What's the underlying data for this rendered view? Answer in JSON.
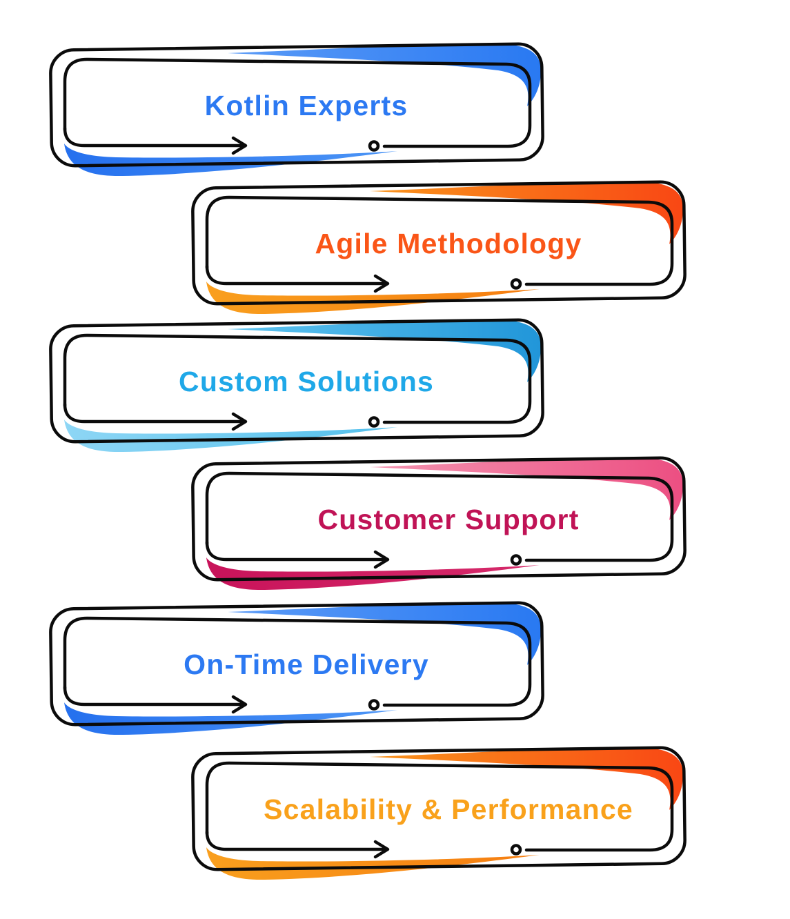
{
  "theme": {
    "background": "#ffffff",
    "outline_color": "#0b0b0b"
  },
  "banners": [
    {
      "label": "Kotlin Experts",
      "align": "left",
      "text_color": "#2C79F2",
      "accent_top_start": "#5B9BF7",
      "accent_top_end": "#2979F2",
      "accent_bottom_start": "#2570EE",
      "accent_bottom_end": "#4C95F6"
    },
    {
      "label": "Agile Methodology",
      "align": "right",
      "text_color": "#FA5517",
      "accent_top_start": "#F9941C",
      "accent_top_end": "#F94714",
      "accent_bottom_start": "#F99F1E",
      "accent_bottom_end": "#F57D10"
    },
    {
      "label": "Custom Solutions",
      "align": "left",
      "text_color": "#1FA8E8",
      "accent_top_start": "#5FC4EF",
      "accent_top_end": "#2196D9",
      "accent_bottom_start": "#8ED6F5",
      "accent_bottom_end": "#54C0EC"
    },
    {
      "label": "Customer Support",
      "align": "right",
      "text_color": "#C01356",
      "accent_top_start": "#F493B0",
      "accent_top_end": "#EC4F82",
      "accent_bottom_start": "#C8135A",
      "accent_bottom_end": "#D62B6B"
    },
    {
      "label": "On-Time Delivery",
      "align": "left",
      "text_color": "#2C79F2",
      "accent_top_start": "#5B9BF7",
      "accent_top_end": "#2979F2",
      "accent_bottom_start": "#2570EE",
      "accent_bottom_end": "#4C95F6"
    },
    {
      "label": "Scalability & Performance",
      "align": "right",
      "text_color": "#F9A11B",
      "accent_top_start": "#F9941C",
      "accent_top_end": "#F94714",
      "accent_bottom_start": "#F99F1E",
      "accent_bottom_end": "#F57D10"
    }
  ]
}
